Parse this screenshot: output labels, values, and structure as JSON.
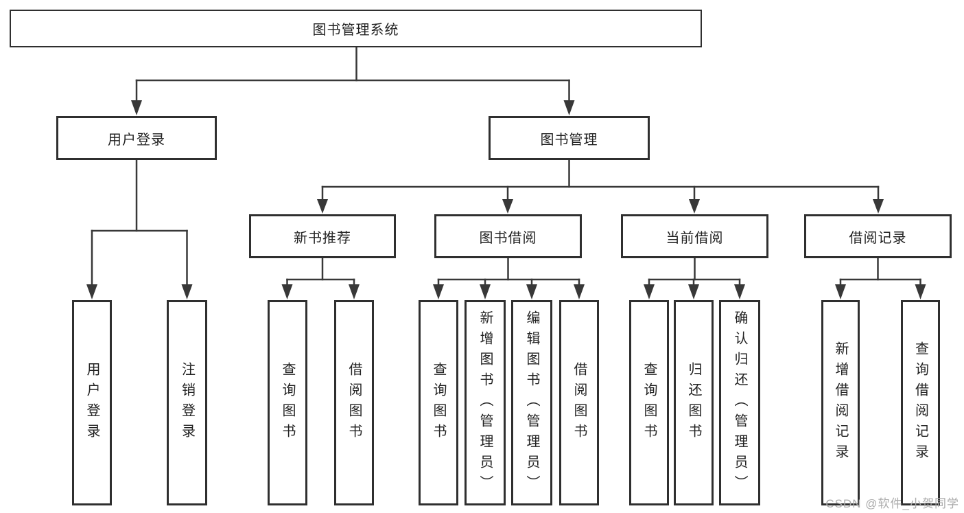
{
  "diagram": {
    "root": "图书管理系统",
    "branches": {
      "user_login": {
        "label": "用户登录",
        "children": {
          "login": "用户登录",
          "logout": "注销登录"
        }
      },
      "book_mgmt": {
        "label": "图书管理",
        "sections": {
          "new_book": {
            "label": "新书推荐",
            "children": {
              "query": "查询图书",
              "borrow": "借阅图书"
            }
          },
          "book_borrow": {
            "label": "图书借阅",
            "children": {
              "query": "查询图书",
              "add": "新增图书（管理员）",
              "edit": "编辑图书（管理员）",
              "borrow": "借阅图书"
            }
          },
          "current_borrow": {
            "label": "当前借阅",
            "children": {
              "query": "查询图书",
              "return": "归还图书",
              "confirm": "确认归还（管理员）"
            }
          },
          "borrow_records": {
            "label": "借阅记录",
            "children": {
              "add": "新增借阅记录",
              "query": "查询借阅记录"
            }
          }
        }
      }
    },
    "colors": {
      "line": "#383838",
      "border": "#2f2f2f",
      "text": "#222222",
      "watermark_text": "#ababab",
      "background": "#ffffff"
    },
    "watermark": "CSDN @软件_小贺同学"
  }
}
